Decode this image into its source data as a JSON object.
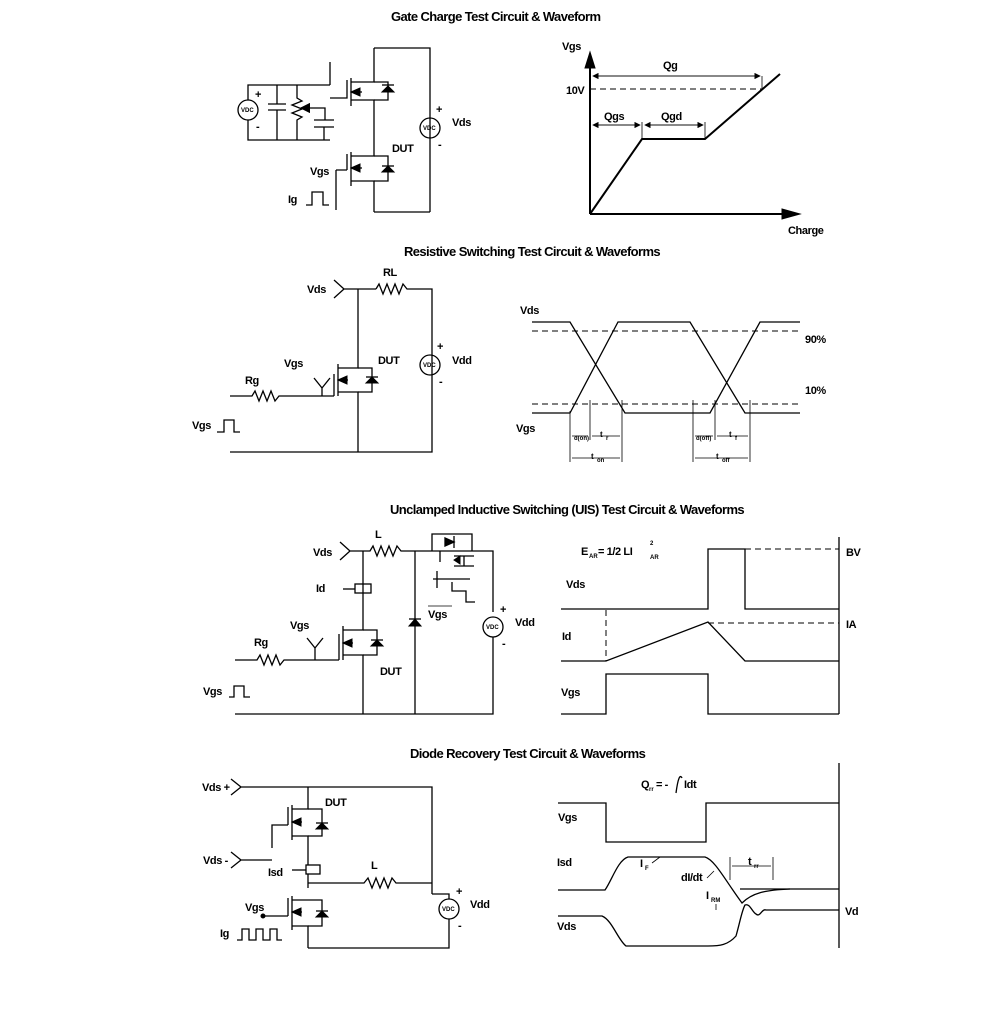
{
  "sections": {
    "gate_charge": {
      "title": "Gate Charge Test Circuit & Waveform",
      "circuit": {
        "vdc": "VDC",
        "plus": "+",
        "minus": "-",
        "vds": "Vds",
        "dut": "DUT",
        "vgs": "Vgs",
        "ig": "Ig"
      },
      "waveform": {
        "y_label": "Vgs",
        "x_label": "Charge",
        "level": "10V",
        "qg": "Qg",
        "qgs": "Qgs",
        "qgd": "Qgd"
      }
    },
    "resistive": {
      "title": "Resistive Switching Test Circuit & Waveforms",
      "circuit": {
        "vds": "Vds",
        "rl": "RL",
        "vgs": "Vgs",
        "rg": "Rg",
        "dut": "DUT",
        "vdd": "Vdd",
        "vdc": "VDC",
        "plus": "+",
        "minus": "-",
        "vgs_pulse": "Vgs"
      },
      "waveform": {
        "vds": "Vds",
        "vgs": "Vgs",
        "p90": "90%",
        "p10": "10%",
        "td_on": "d(on)",
        "tr": "r",
        "td_off": "d(off)",
        "tf": "f",
        "ton": "on",
        "toff": "off",
        "t": "t"
      }
    },
    "uis": {
      "title": "Unclamped Inductive Switching (UIS) Test Circuit & Waveforms",
      "circuit": {
        "vds": "Vds",
        "l": "L",
        "id": "Id",
        "vgs_bar": "Vgs",
        "vgs": "Vgs",
        "rg": "Rg",
        "dut": "DUT",
        "vdd": "Vdd",
        "vdc": "VDC",
        "plus": "+",
        "minus": "-",
        "vgs_pulse": "Vgs"
      },
      "waveform": {
        "ear": "E",
        "ear_sub": "AR",
        "eq": "= 1/2 LI",
        "sq": "2",
        "sq_sub": "AR",
        "vds": "Vds",
        "id": "Id",
        "vgs": "Vgs",
        "bv": "BV",
        "ia": "IA"
      }
    },
    "diode": {
      "title": "Diode Recovery Test Circuit & Waveforms",
      "circuit": {
        "vds_plus": "Vds +",
        "vds_minus": "Vds -",
        "dut": "DUT",
        "isd": "Isd",
        "l": "L",
        "vgs": "Vgs",
        "ig": "Ig",
        "vdd": "Vdd",
        "vdc": "VDC",
        "plus": "+",
        "minus": "-"
      },
      "waveform": {
        "qrr": "Q",
        "qrr_sub": "rr",
        "qrr_eq": "= -",
        "idt": "Idt",
        "vgs": "Vgs",
        "isd": "Isd",
        "vds": "Vds",
        "if": "I",
        "if_sub": "F",
        "didt": "dI/dt",
        "trr": "t",
        "trr_sub": "rr",
        "irm": "I",
        "irm_sub": "RM",
        "vdd_right": "Vd"
      }
    }
  }
}
